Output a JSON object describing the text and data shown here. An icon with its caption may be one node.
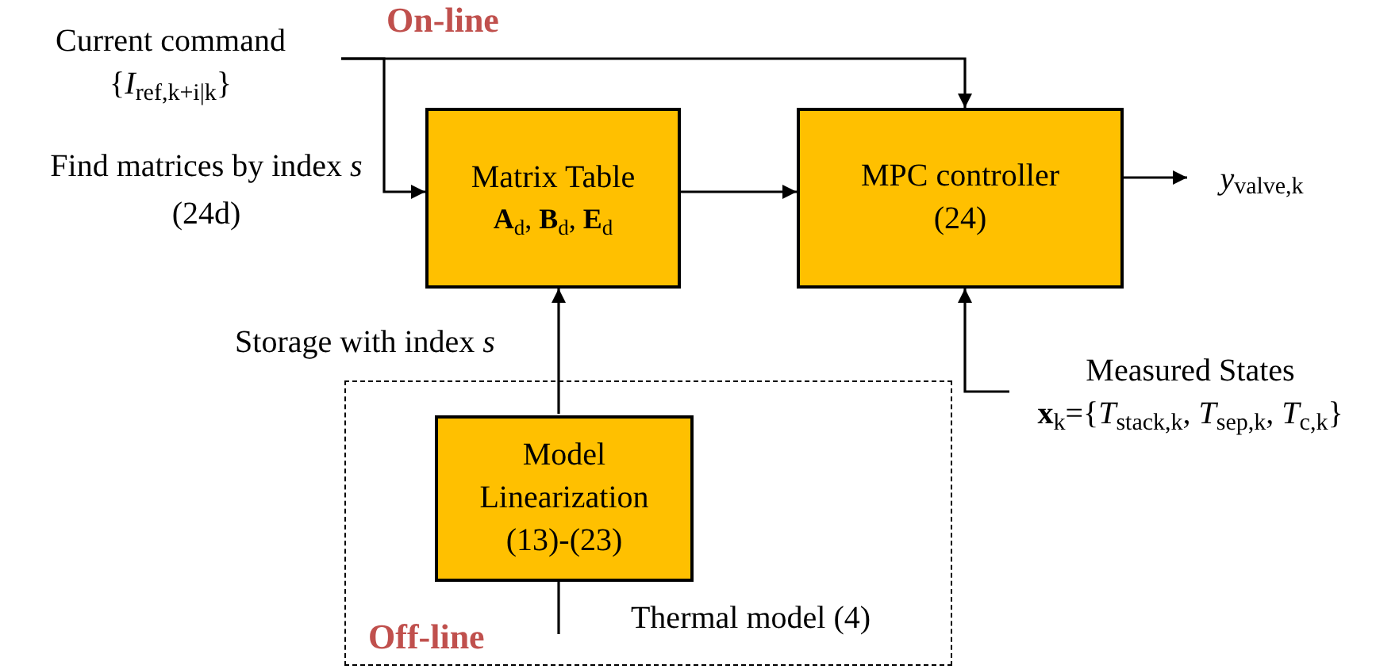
{
  "diagram": {
    "nodes": [
      {
        "text": [
          "Current command",
          "{*I*$_{ref,k+i|k}$}"
        ]
      },
      {
        "text": [
          "Matrix Table",
          "**A**$_{d}$, **B**$_{d}$, **E**$_{d}$"
        ]
      },
      {
        "text": [
          "MPC controller",
          "(24)"
        ]
      },
      {
        "text": [
          "*y*$_{valve,k}$"
        ]
      },
      {
        "text": [
          "Off-line"
        ]
      },
      {
        "text": [
          "Model Linearization",
          "(13)-(23)"
        ],
        "in": 4
      },
      {
        "text": [
          "Measured States",
          "**x**$_{k}$={*T*$_{stack,k}$, *T*$_{sep,k}$, *T*$_{c,k}$}"
        ]
      }
    ],
    "edges": [
      {
        "from": 0,
        "to": 1,
        "arrow": "to"
      },
      {
        "from": 0,
        "to": 2,
        "arrow": "to"
      },
      {
        "from": 1,
        "to": 2,
        "arrow": "to"
      },
      {
        "from": 2,
        "to": 3,
        "arrow": "to"
      },
      {
        "from": 5,
        "to": 1,
        "arrow": "to",
        "label": "Storage with index *s*"
      },
      {
        "from": 6,
        "to": 2,
        "arrow": "to"
      },
      {
        "from": null,
        "to": 5,
        "arrow": "none",
        "label": "Thermal model (4)"
      }
    ],
    "labels": [
      "On-line",
      "Find matrices by index *s* (24d)"
    ]
  }
}
